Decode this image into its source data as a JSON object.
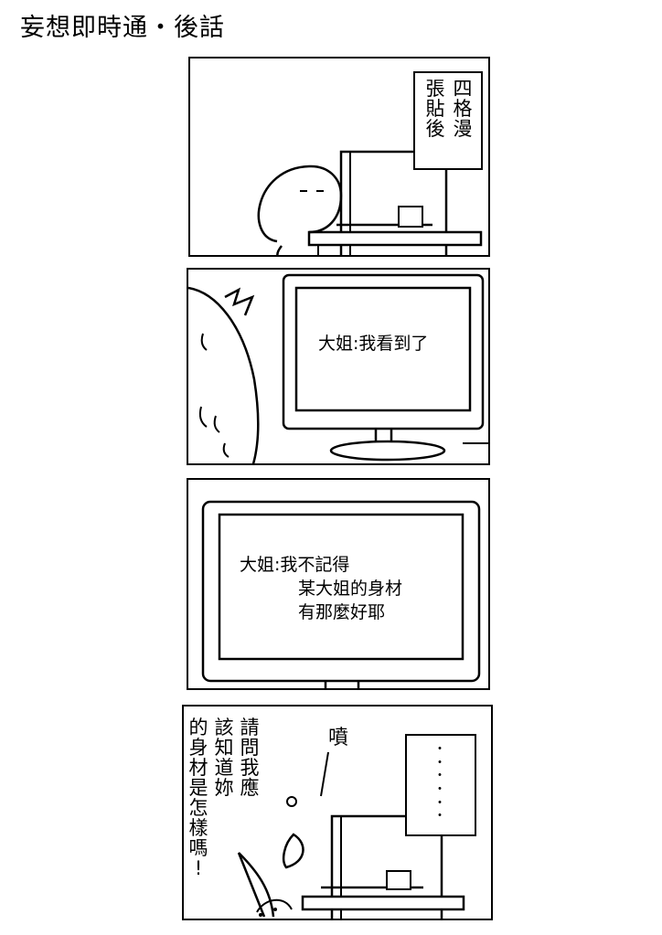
{
  "page_title": "妄想即時通・後話",
  "panel1": {
    "sign_cols": [
      "四格漫",
      "張貼後"
    ]
  },
  "panel2": {
    "speech": "大姐:我看到了"
  },
  "panel3": {
    "speech_lines": [
      "大姐:我不記得",
      "某大姐的身材",
      "有那麼好耶"
    ]
  },
  "panel4": {
    "question_cols": [
      "請問我應",
      "該知道妳",
      "的身材是怎樣嗎!"
    ],
    "sfx": "噴",
    "sign_dots": "・・・・・・"
  }
}
